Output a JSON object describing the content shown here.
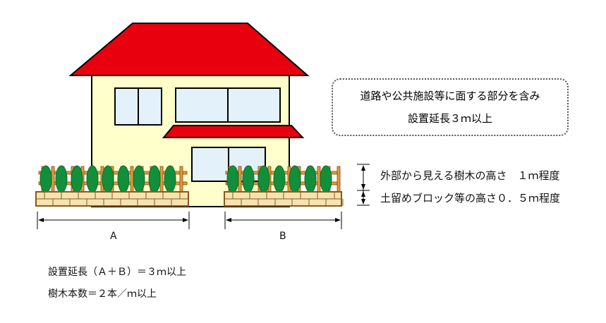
{
  "note": {
    "line1": "道路や公共施設等に面する部分を含み",
    "line2": "設置延長３ｍ以上"
  },
  "dimensions": {
    "tree_height": "外部から見える樹木の高さ　１ｍ程度",
    "block_height": "土留めブロック等の高さ０．５ｍ程度"
  },
  "labels": {
    "a": "A",
    "b": "B"
  },
  "footer": {
    "length": "設置延長（Ａ＋Ｂ）＝３ｍ以上",
    "count": "樹木本数＝２本／ｍ以上"
  },
  "colors": {
    "roof": "#e8000f",
    "wall": "#ffffcc",
    "window_glass": "#e3f1fb",
    "window_frame": "#000000",
    "block": "#f5e3b0",
    "block_border": "#8a5a1e",
    "fence": "#e39a3a",
    "tree": "#138f3b",
    "tree_dark": "#0b6b2a"
  }
}
